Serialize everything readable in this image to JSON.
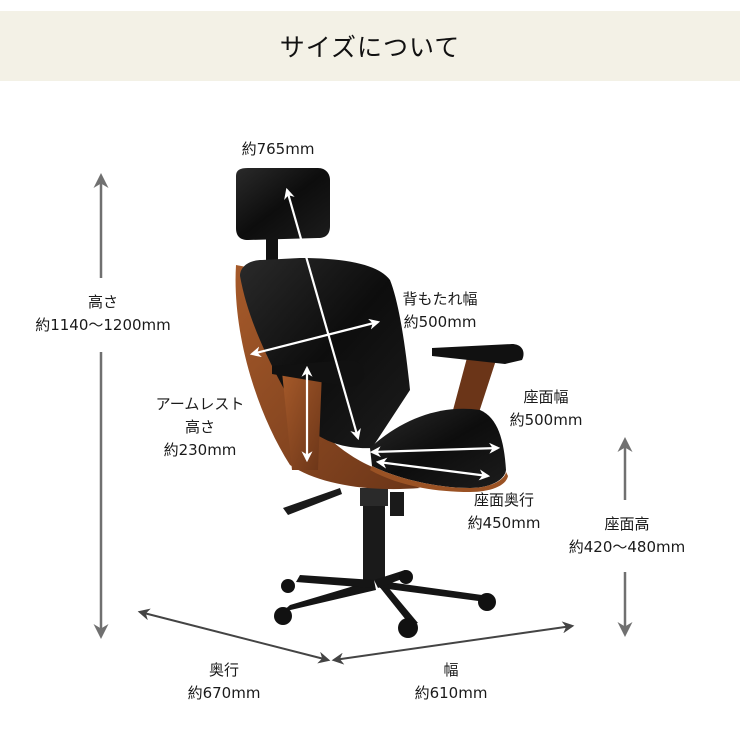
{
  "header": {
    "title": "サイズについて"
  },
  "colors": {
    "banner_bg": "#f3f1e6",
    "arrow_gray": "#707070",
    "arrow_white": "#ffffff",
    "leather": "#111111",
    "wood": "#8a4a22"
  },
  "dimensions": {
    "height": {
      "name": "高さ",
      "value": "約1140〜1200mm"
    },
    "headrest": {
      "name": "",
      "value": "約765mm"
    },
    "backrest_width": {
      "name": "背もたれ幅",
      "value": "約500mm"
    },
    "armrest_height": {
      "name_line1": "アームレスト",
      "name_line2": "高さ",
      "value": "約230mm"
    },
    "seat_width": {
      "name": "座面幅",
      "value": "約500mm"
    },
    "seat_depth": {
      "name": "座面奥行",
      "value": "約450mm"
    },
    "seat_height": {
      "name": "座面高",
      "value": "約420〜480mm"
    },
    "depth": {
      "name": "奥行",
      "value": "約670mm"
    },
    "width": {
      "name": "幅",
      "value": "約610mm"
    }
  }
}
